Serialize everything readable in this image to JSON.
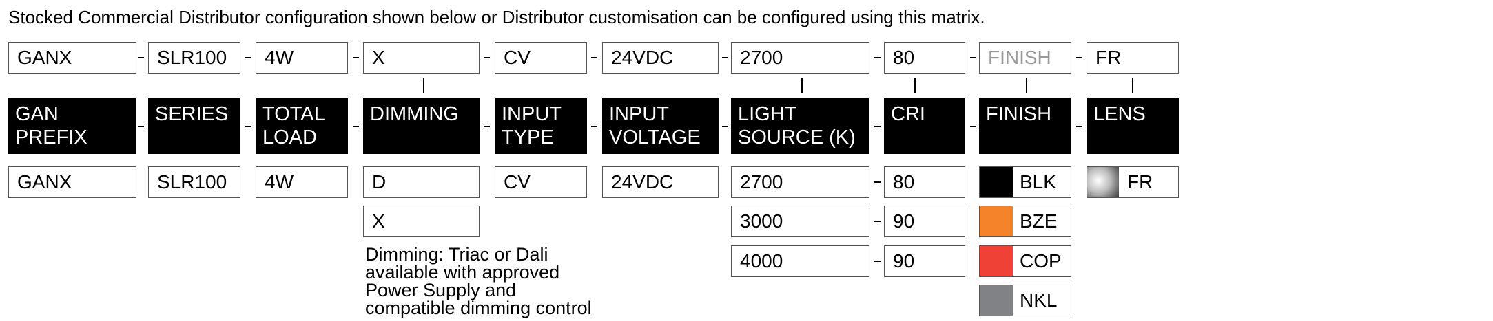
{
  "intro_text": "Stocked Commercial Distributor configuration shown below or Distributor customisation can be configured using this matrix.",
  "config_row": {
    "gan_prefix": "GANX",
    "series": "SLR100",
    "total_load": "4W",
    "dimming": "X",
    "input_type": "CV",
    "input_voltage": "24VDC",
    "light_source": "2700",
    "cri": "80",
    "finish": "FINISH",
    "lens": "FR"
  },
  "headers": {
    "gan_prefix": [
      "GAN",
      "PREFIX"
    ],
    "series": [
      "SERIES"
    ],
    "total_load": [
      "TOTAL",
      "LOAD"
    ],
    "dimming": [
      "DIMMING"
    ],
    "input_type": [
      "INPUT",
      "TYPE"
    ],
    "input_voltage": [
      "INPUT",
      "VOLTAGE"
    ],
    "light_source": [
      "LIGHT",
      "SOURCE (K)"
    ],
    "cri": [
      "CRI"
    ],
    "finish": [
      "FINISH"
    ],
    "lens": [
      "LENS"
    ]
  },
  "options": {
    "gan_prefix": [
      "GANX"
    ],
    "series": [
      "SLR100"
    ],
    "total_load": [
      "4W"
    ],
    "dimming": [
      "D",
      "X"
    ],
    "input_type": [
      "CV"
    ],
    "input_voltage": [
      "24VDC"
    ],
    "light_source": [
      "2700",
      "3000",
      "4000"
    ],
    "cri": [
      "80",
      "90",
      "90"
    ],
    "finish": [
      {
        "label": "BLK",
        "color": "#000000"
      },
      {
        "label": "BZE",
        "color": "#f5832a"
      },
      {
        "label": "COP",
        "color": "#ef4136"
      },
      {
        "label": "NKL",
        "color": "#808285"
      }
    ],
    "lens": [
      {
        "label": "FR",
        "swatch": "frosted-lens-icon"
      }
    ]
  },
  "dimming_note": [
    "Dimming: Triac or Dali",
    "available with approved",
    "Power Supply and",
    "compatible dimming control"
  ]
}
